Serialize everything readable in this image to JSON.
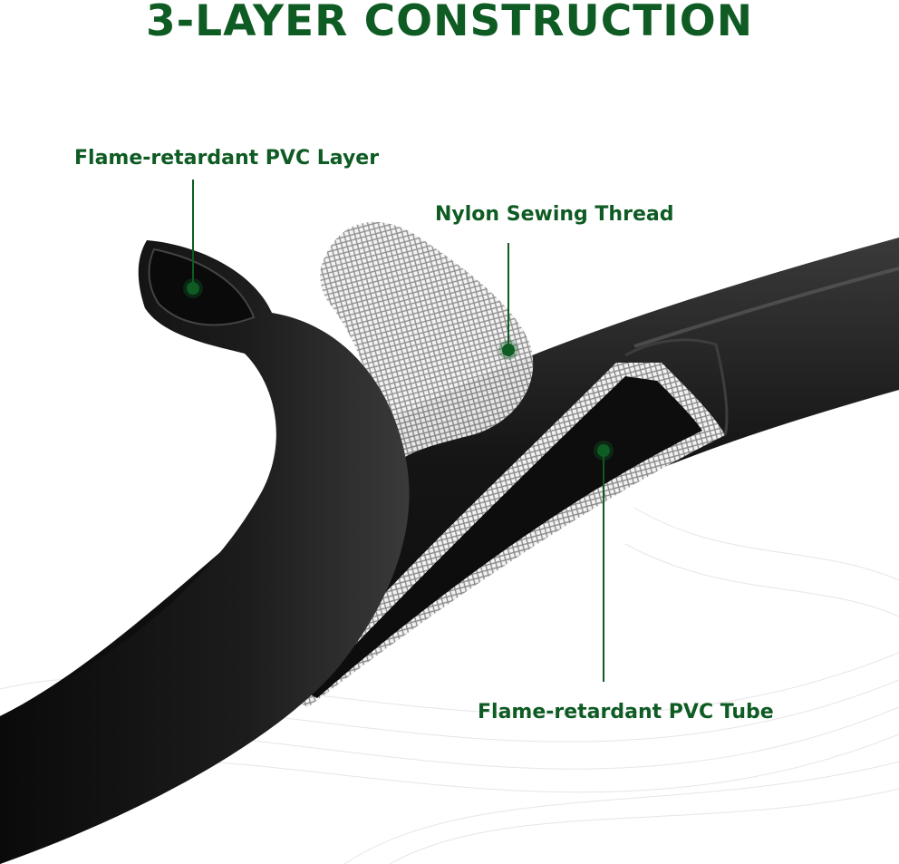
{
  "title": "3-LAYER CONSTRUCTION",
  "labels": {
    "outer_layer": "Flame-retardant PVC Layer",
    "middle_layer": "Nylon Sewing Thread",
    "inner_layer": "Flame-retardant PVC Tube"
  },
  "colors": {
    "accent_green": "#0e5b23",
    "tube": "#111111",
    "mesh": "#cfcfcf",
    "background": "#ffffff"
  }
}
